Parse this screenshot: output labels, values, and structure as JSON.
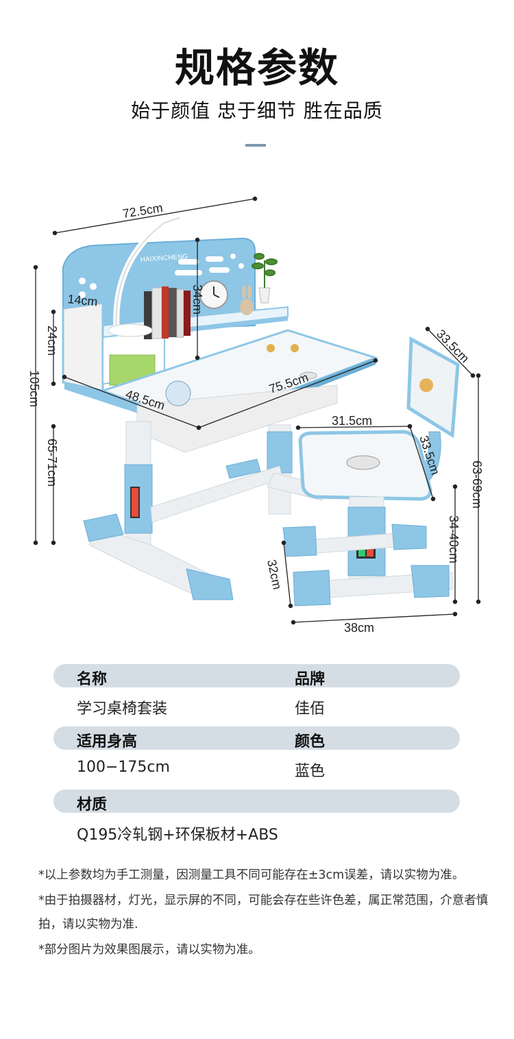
{
  "header": {
    "title": "规格参数",
    "subtitle": "始于颜值  忠于细节  胜在品质"
  },
  "product_image": {
    "brand_print": "HAIXINCHENG",
    "dimensions": {
      "desk_width": "72.5cm",
      "shelf_depth": "14cm",
      "shelf_height": "24cm",
      "hutch_height": "34cm",
      "total_height": "105cm",
      "desk_height": "65-71cm",
      "desktop_depth": "48.5cm",
      "desktop_width": "75.5cm",
      "backrest_width": "33.5cm",
      "seat_width": "31.5cm",
      "seat_depth": "33.5cm",
      "chair_height": "63-69cm",
      "seat_height": "34-40cm",
      "base_depth": "32cm",
      "base_width": "38cm"
    }
  },
  "specs": [
    {
      "label_left": "名称",
      "label_right": "品牌",
      "value_left": "学习桌椅套装",
      "value_right": "佳佰"
    },
    {
      "label_left": "适用身高",
      "label_right": "颜色",
      "value_left": "100−175cm",
      "value_right": "蓝色"
    },
    {
      "label_left": "材质",
      "label_right": "",
      "value_left": "Q195冷轧钢+环保板材+ABS",
      "value_right": ""
    }
  ],
  "notes": [
    "*以上参数均为手工测量，因测量工具不同可能存在±3cm误差，请以实物为准。",
    "*由于拍摄器材，灯光，显示屏的不同，可能会存在些许色差，属正常范围，介意者慎拍，请以实物为准.",
    "*部分图片为效果图展示，请以实物为准。"
  ],
  "colors": {
    "accent": "#7a9aae",
    "furniture_blue": "#8ec6e6",
    "row_head_bg": "#d4dde4"
  }
}
